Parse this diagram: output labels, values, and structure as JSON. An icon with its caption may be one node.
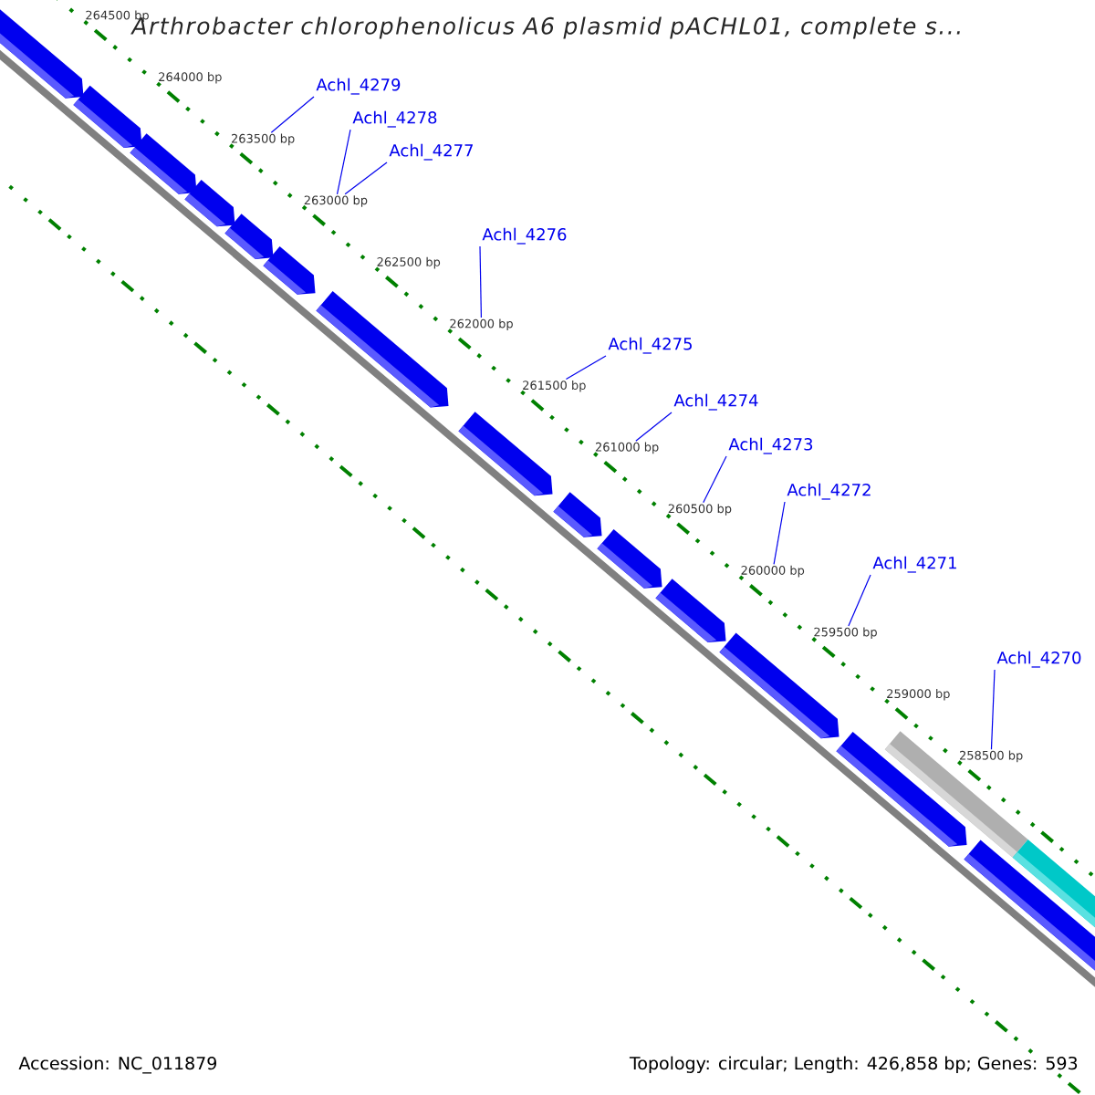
{
  "diagram": {
    "title": "Arthrobacter chlorophenolicus A6 plasmid pACHL01, complete s...",
    "nodes": [
      {
        "text": [
          "Achl_4279"
        ]
      },
      {
        "text": [
          "Achl_4278"
        ]
      },
      {
        "text": [
          "Achl_4277"
        ]
      },
      {
        "text": [
          "Achl_4276"
        ]
      },
      {
        "text": [
          "Achl_4275"
        ]
      },
      {
        "text": [
          "Achl_4274"
        ]
      },
      {
        "text": [
          "Achl_4273"
        ]
      },
      {
        "text": [
          "Achl_4272"
        ]
      },
      {
        "text": [
          "Achl_4271"
        ]
      },
      {
        "text": [
          "Achl_4270"
        ]
      },
      {
        "text": [
          "264500 bp"
        ]
      },
      {
        "text": [
          "264000 bp"
        ]
      },
      {
        "text": [
          "263500 bp"
        ]
      },
      {
        "text": [
          "263000 bp"
        ]
      },
      {
        "text": [
          "262500 bp"
        ]
      },
      {
        "text": [
          "262000 bp"
        ]
      },
      {
        "text": [
          "261500 bp"
        ]
      },
      {
        "text": [
          "261000 bp"
        ]
      },
      {
        "text": [
          "260500 bp"
        ]
      },
      {
        "text": [
          "260000 bp"
        ]
      },
      {
        "text": [
          "259500 bp"
        ]
      },
      {
        "text": [
          "259000 bp"
        ]
      },
      {
        "text": [
          "258500 bp"
        ]
      }
    ],
    "edges": [
      {
        "from": 0,
        "to": 12,
        "arrow": "none"
      },
      {
        "from": 1,
        "to": 13,
        "arrow": "none"
      },
      {
        "from": 2,
        "to": 13,
        "arrow": "none"
      },
      {
        "from": 3,
        "to": 15,
        "arrow": "none"
      },
      {
        "from": 4,
        "to": 16,
        "arrow": "none"
      },
      {
        "from": 5,
        "to": 17,
        "arrow": "none"
      },
      {
        "from": 6,
        "to": 18,
        "arrow": "none"
      },
      {
        "from": 7,
        "to": 19,
        "arrow": "none"
      },
      {
        "from": 8,
        "to": 20,
        "arrow": "none"
      },
      {
        "from": 9,
        "to": 22,
        "arrow": "none"
      }
    ],
    "labels": [
      "Accession: NC_011879",
      "Topology: circular; Length: 426,858 bp; Genes: 593"
    ]
  }
}
